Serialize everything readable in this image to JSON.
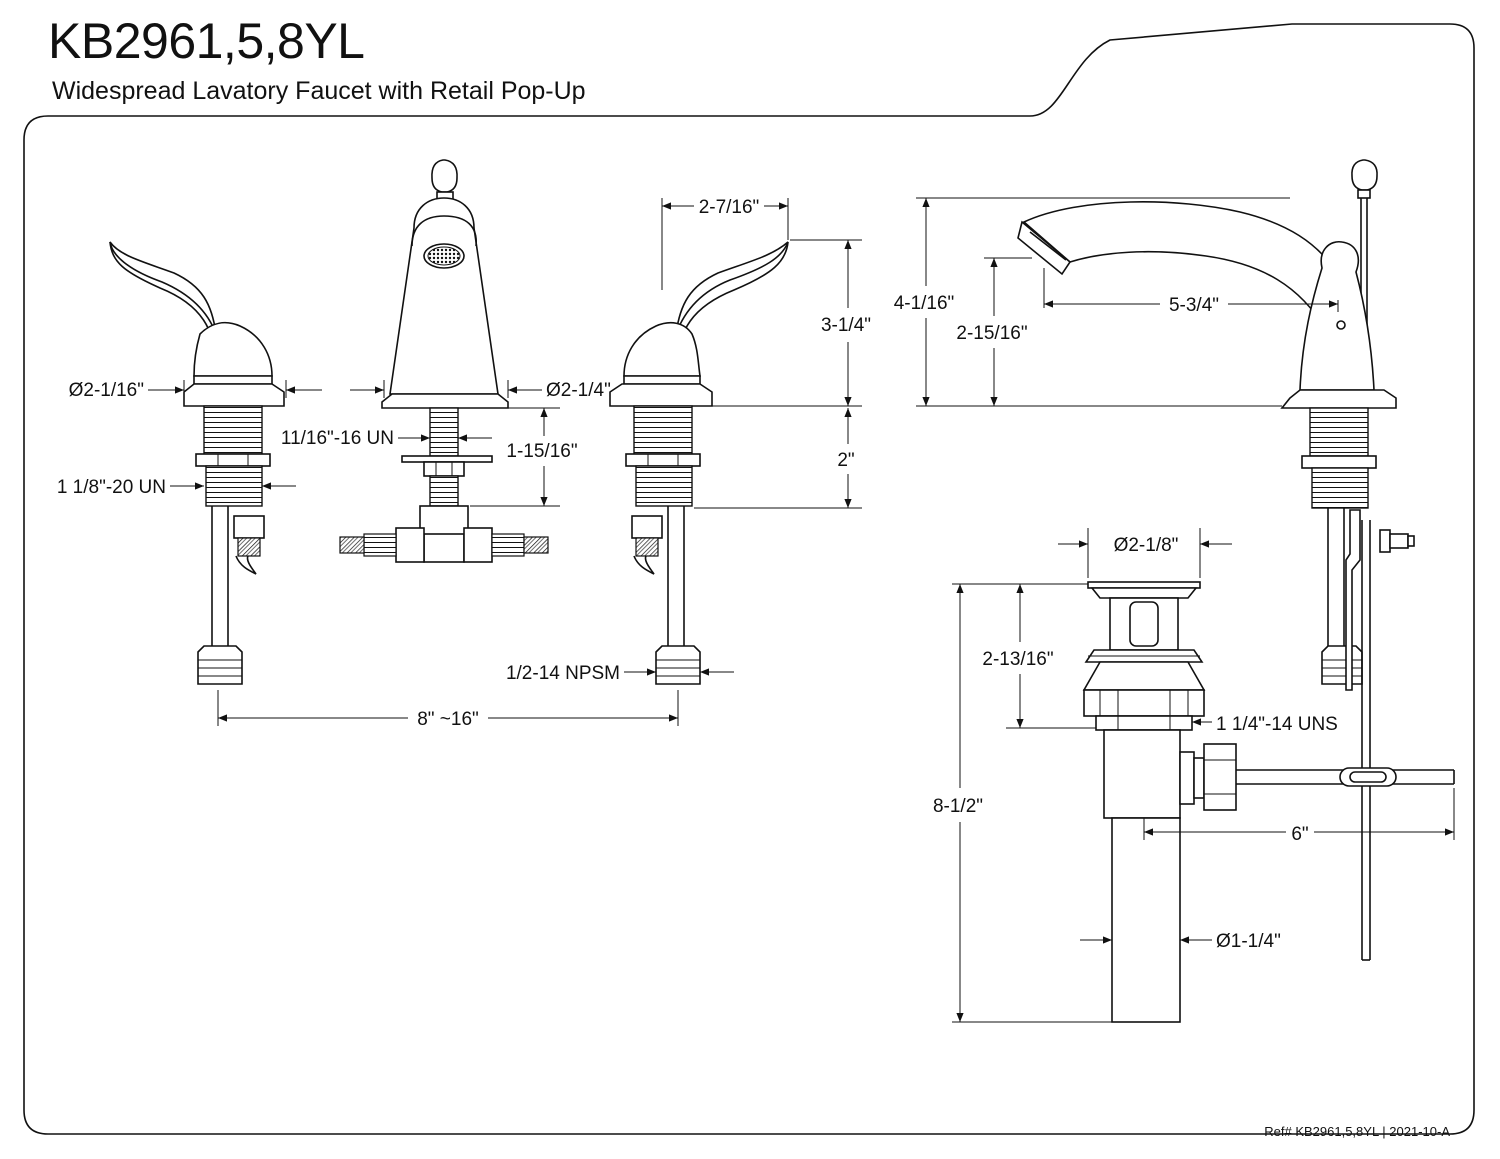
{
  "header": {
    "model": "KB2961,5,8YL",
    "description": "Widespread Lavatory Faucet with Retail Pop-Up"
  },
  "dimensions": {
    "handle_base_dia": "Ø2-1/16\"",
    "handle_thread": "1 1/8\"-20 UN",
    "spout_base_dia": "Ø2-1/4\"",
    "spout_thread": "11/16\"-16 UN",
    "spout_shank_len": "1-15/16\"",
    "handle_width": "2-7/16\"",
    "handle_height": "3-1/4\"",
    "shank_len": "2\"",
    "supply_thread": "1/2-14 NPSM",
    "spread": "8\" ~16\"",
    "total_height": "4-1/16\"",
    "spout_height": "2-15/16\"",
    "spout_reach": "5-3/4\"",
    "drain_flange_dia": "Ø2-1/8\"",
    "drain_top_height": "2-13/16\"",
    "drain_thread": "1 1/4\"-14 UNS",
    "drain_total_len": "8-1/2\"",
    "rod_len": "6\"",
    "tail_dia": "Ø1-1/4\""
  },
  "footer": {
    "ref": "Ref# KB2961,5,8YL | 2021-10-A"
  }
}
